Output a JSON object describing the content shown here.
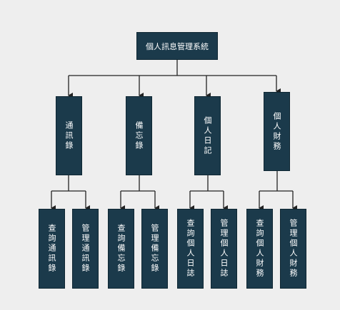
{
  "root": {
    "label": "個人訊息管理系統"
  },
  "modules": [
    {
      "label": "通訊錄",
      "children": [
        "查詢通訊錄",
        "管理通訊錄"
      ]
    },
    {
      "label": "備忘錄",
      "children": [
        "查詢備忘錄",
        "管理備忘錄"
      ]
    },
    {
      "label": "個人日記",
      "children": [
        "查詢個人日誌",
        "管理個人日誌"
      ]
    },
    {
      "label": "個人財務",
      "children": [
        "查詢個人財務",
        "管理個人財務"
      ]
    }
  ],
  "colors": {
    "node_fill": "#1b3a4b",
    "node_text": "#ffffff",
    "connector": "#222222",
    "background": "#eeeeee"
  }
}
